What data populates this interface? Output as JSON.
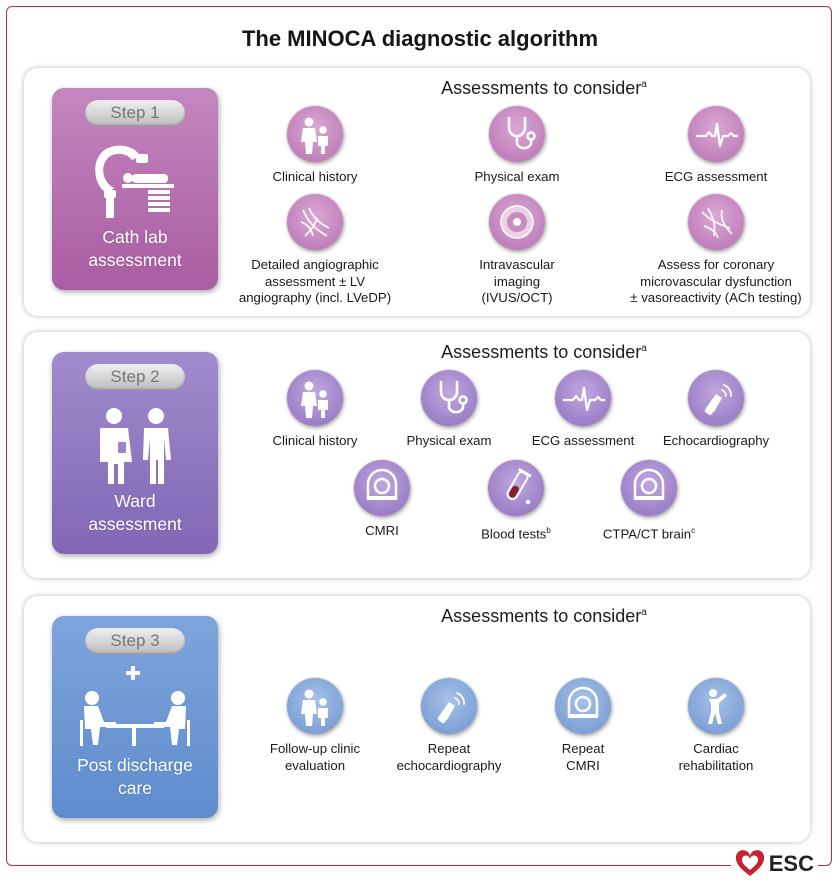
{
  "title": "The MINOCA diagnostic algorithm",
  "colors": {
    "frame": "#b5303a",
    "step1": "#b56fae",
    "step2": "#8f74c0",
    "step3": "#6e9ad6"
  },
  "steps": [
    {
      "pill": "Step 1",
      "caption": [
        "Cath lab",
        "assessment"
      ],
      "illustration": "cath-lab-icon",
      "heading": "Assessments to consider",
      "heading_sup": "a",
      "items": [
        {
          "label": [
            "Clinical history"
          ],
          "icon": "doctor-patient-icon"
        },
        {
          "label": [
            "Physical exam"
          ],
          "icon": "stethoscope-icon"
        },
        {
          "label": [
            "ECG assessment"
          ],
          "icon": "ecg-icon"
        },
        {
          "label": [
            "Detailed angiographic",
            "assessment ± LV",
            "angiography (incl. LVeDP)"
          ],
          "icon": "angiography-icon"
        },
        {
          "label": [
            "Intravascular",
            "imaging",
            "(IVUS/OCT)"
          ],
          "icon": "intravascular-imaging-icon"
        },
        {
          "label": [
            "Assess for coronary",
            "microvascular dysfunction",
            "± vasoreactivity (ACh testing)"
          ],
          "icon": "microvascular-icon"
        }
      ]
    },
    {
      "pill": "Step 2",
      "caption": [
        "Ward",
        "assessment"
      ],
      "illustration": "doctor-patient-standing-icon",
      "heading": "Assessments to consider",
      "heading_sup": "a",
      "items": [
        {
          "label": [
            "Clinical history"
          ],
          "icon": "doctor-patient-icon"
        },
        {
          "label": [
            "Physical exam"
          ],
          "icon": "stethoscope-icon"
        },
        {
          "label": [
            "ECG assessment"
          ],
          "icon": "ecg-icon"
        },
        {
          "label": [
            "Echocardiography"
          ],
          "icon": "ultrasound-probe-icon"
        },
        {
          "label": [
            "CMRI"
          ],
          "icon": "mri-scanner-icon"
        },
        {
          "label": [
            "Blood tests"
          ],
          "sup": "b",
          "icon": "blood-tube-icon"
        },
        {
          "label": [
            "CTPA/CT brain"
          ],
          "sup": "c",
          "icon": "ct-scanner-icon"
        }
      ]
    },
    {
      "pill": "Step 3",
      "caption": [
        "Post discharge",
        "care"
      ],
      "illustration": "consultation-table-icon",
      "heading": "Assessments to consider",
      "heading_sup": "a",
      "items": [
        {
          "label": [
            "Follow-up clinic",
            "evaluation"
          ],
          "icon": "doctor-patient-icon"
        },
        {
          "label": [
            "Repeat",
            "echocardiography"
          ],
          "icon": "ultrasound-probe-icon"
        },
        {
          "label": [
            "Repeat",
            "CMRI"
          ],
          "icon": "mri-scanner-icon"
        },
        {
          "label": [
            "Cardiac",
            "rehabilitation"
          ],
          "icon": "exercise-person-icon"
        }
      ]
    }
  ],
  "logo_text": "ESC"
}
